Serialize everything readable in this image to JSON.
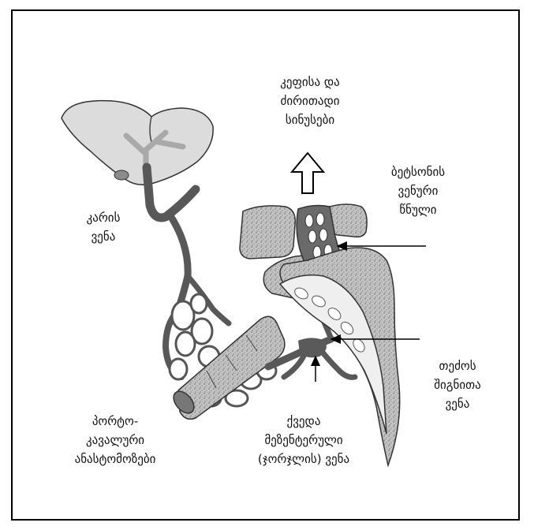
{
  "labels": {
    "head": [
      "კეფისა და",
      "ძირითადი",
      "სინუსები"
    ],
    "batson": [
      "ბეტსონის",
      "ვენური",
      "წნული"
    ],
    "portal": [
      "კარის",
      "ვენა"
    ],
    "internal_iliac": [
      "თეძოს",
      "შიგნითა",
      "ვენა"
    ],
    "portocaval": [
      "პორტო-",
      "კავალური",
      "ანასტომოზები"
    ],
    "inferior_mesenteric": [
      "ქვედა",
      "მეზენტერული",
      "(ჯორჯლის) ვენა"
    ]
  },
  "colors": {
    "vein": "#5a5a5a",
    "speckle": "#b8b8b8",
    "liver": "#d9d9d9"
  }
}
